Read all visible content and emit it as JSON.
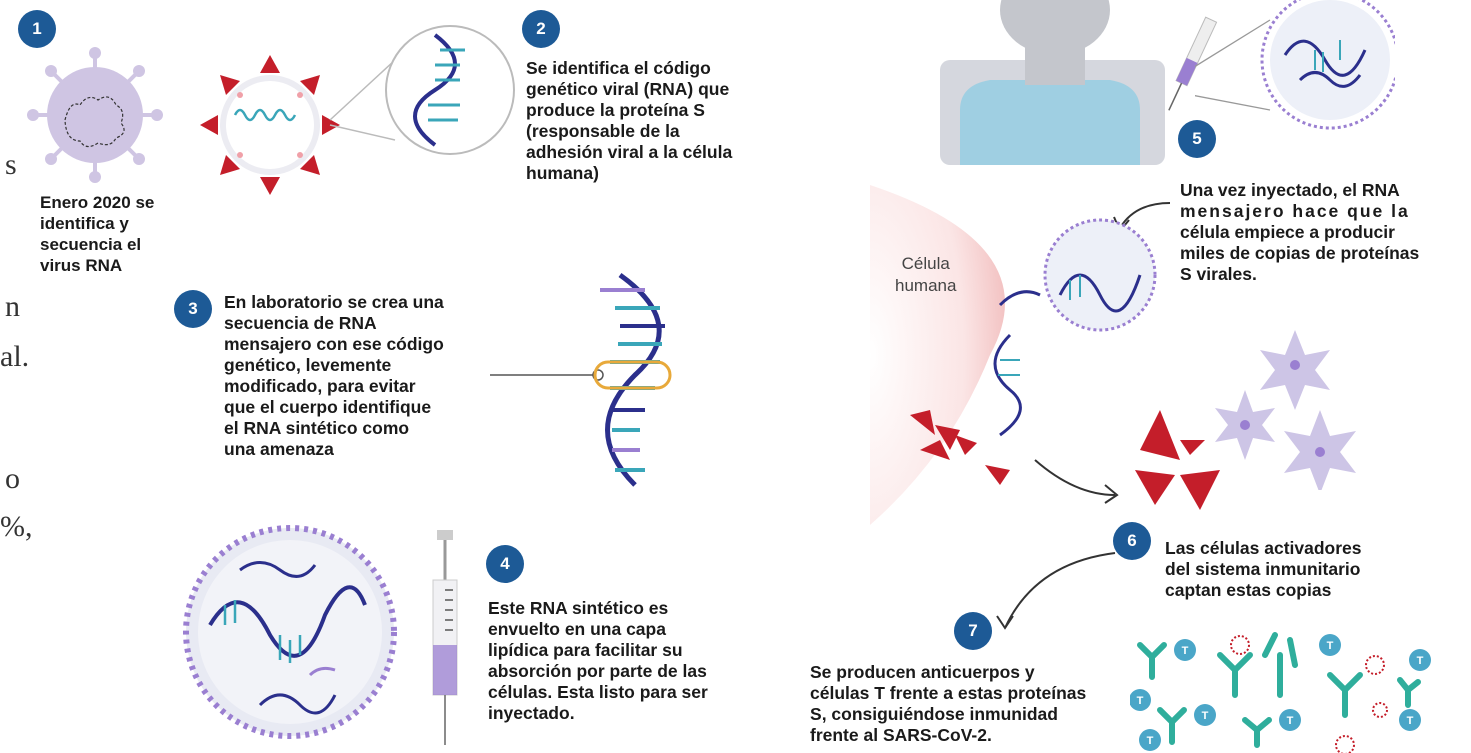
{
  "left_margin_fragments": [
    "s",
    "n",
    "al.",
    "o",
    "%,"
  ],
  "steps": [
    {
      "num": "1",
      "text_lines": [
        "Enero 2020 se",
        "identifica y",
        "secuencia el",
        "virus RNA"
      ]
    },
    {
      "num": "2",
      "text_lines": [
        "Se identifica el código",
        "genético viral (RNA) que",
        "produce la proteína ",
        "(responsable de la",
        "adhesión viral a la célula",
        "humana)"
      ],
      "bold": "S"
    },
    {
      "num": "3",
      "text_lines": [
        "En laboratorio se crea una",
        "secuencia de RNA",
        "mensajero con ese código",
        "genético, levemente",
        "modificado,  para evitar",
        "que el cuerpo identifique",
        "el RNA sintético como",
        "una amenaza"
      ]
    },
    {
      "num": "4",
      "text_lines": [
        "Este RNA sintético es",
        "envuelto en una capa",
        "lipídica para facilitar su",
        "absorción por parte de las",
        "células. Esta listo para ser",
        "inyectado."
      ]
    },
    {
      "num": "5",
      "text_lines": [
        "Una vez inyectado, el RNA",
        "mensajero hace que la",
        "célula empiece a producir",
        "miles de copias de proteínas",
        " virales."
      ],
      "bold": "S"
    },
    {
      "num": "6",
      "text_lines": [
        "Las células activadores",
        "del sistema inmunitario",
        "captan estas copias"
      ]
    },
    {
      "num": "7",
      "text_lines": [
        "Se producen anticuerpos y",
        "células T frente a estas proteínas",
        ", consiguiéndose inmunidad",
        "frente al SARS-CoV-2."
      ],
      "bold": "S"
    }
  ],
  "cell_label": [
    "Célula",
    "humana"
  ],
  "t_cell_letter": "T",
  "colors": {
    "badge": "#1d5a96",
    "spike": "#c41e2a",
    "virus": "#cfc5e3",
    "rna_dark": "#2b2f8c",
    "rna_teal": "#3aa6b9",
    "rna_purple": "#9a7fd1",
    "teal": "#2fae9c",
    "cell_pink": "#f7d3d3"
  }
}
